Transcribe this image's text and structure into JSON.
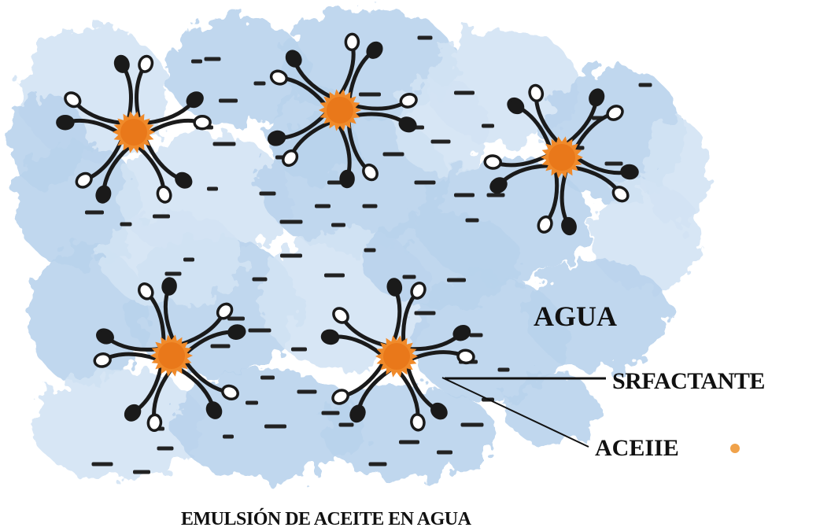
{
  "labels": {
    "water": "AGUA",
    "surfactant": "SRFACTANTE",
    "oil": "ACEIIE",
    "caption": "EMULSIÓN DE ACEITE EN AGUA"
  },
  "colors": {
    "water": "#b9d3ec",
    "water_light": "#d3e3f4",
    "oil_core": "#f08a2a",
    "surfactant": "#1a1a1a",
    "oil_dot": "#f0a24a",
    "ink": "#111111"
  },
  "micelles": [
    {
      "name": "micelle-1"
    },
    {
      "name": "micelle-2"
    },
    {
      "name": "micelle-3"
    },
    {
      "name": "micelle-4"
    },
    {
      "name": "micelle-5"
    }
  ]
}
